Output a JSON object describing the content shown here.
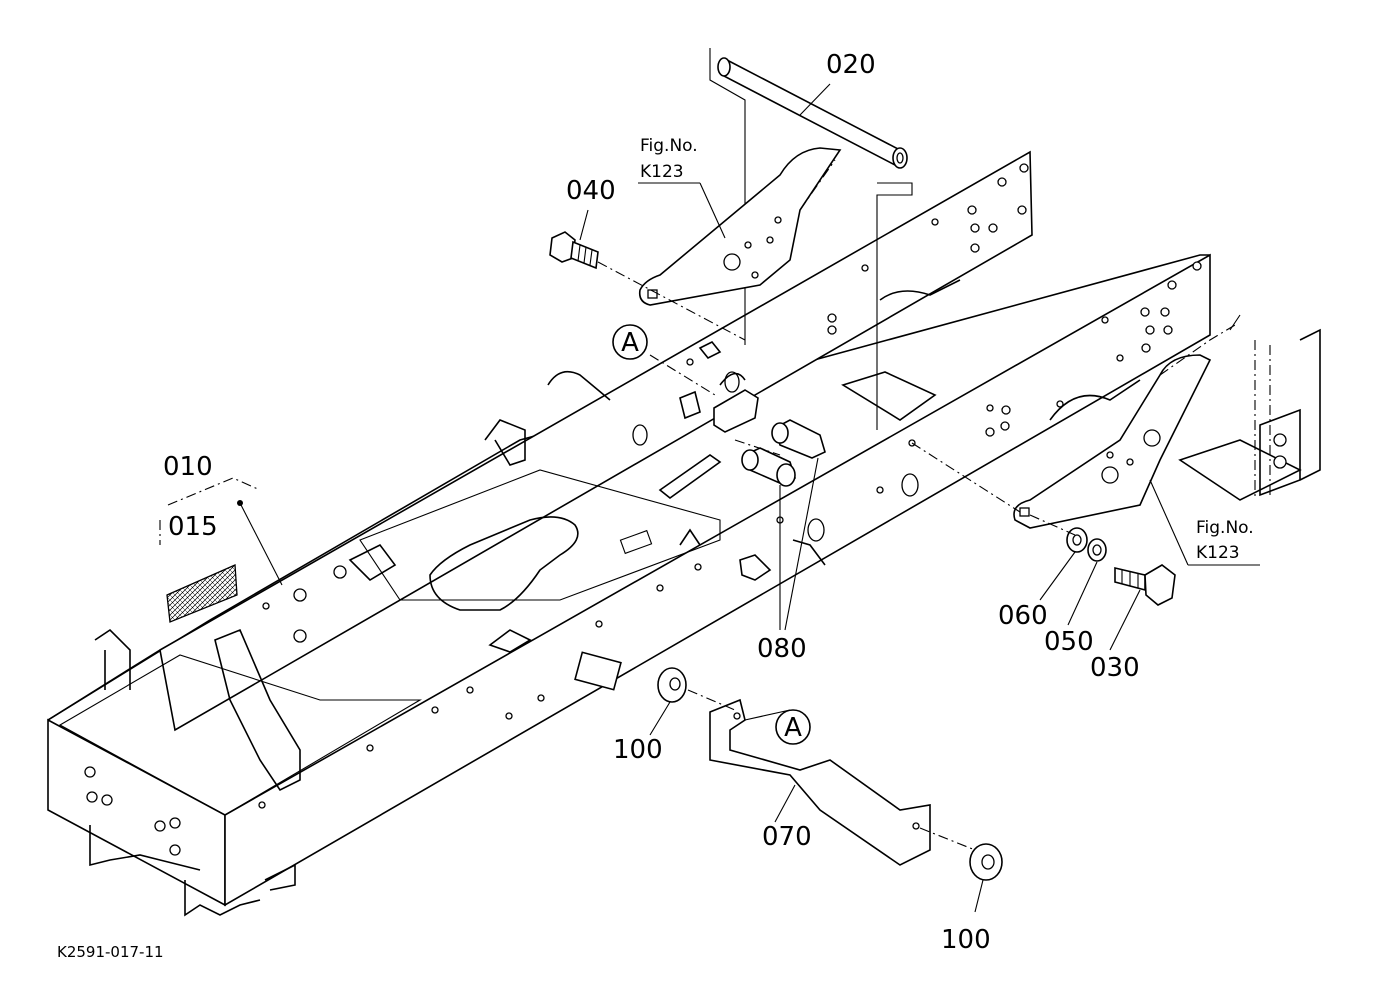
{
  "diagram": {
    "drawing_code": "K2591-017-11",
    "part_labels": {
      "p010": "010",
      "p015": "015",
      "p020": "020",
      "p030": "030",
      "p040": "040",
      "p050": "050",
      "p060": "060",
      "p070": "070",
      "p080": "080",
      "p100a": "100",
      "p100b": "100"
    },
    "figure_refs": [
      {
        "title": "Fig.No.",
        "number": "K123"
      },
      {
        "title": "Fig.No.",
        "number": "K123"
      }
    ],
    "callouts": [
      "A",
      "A"
    ]
  }
}
